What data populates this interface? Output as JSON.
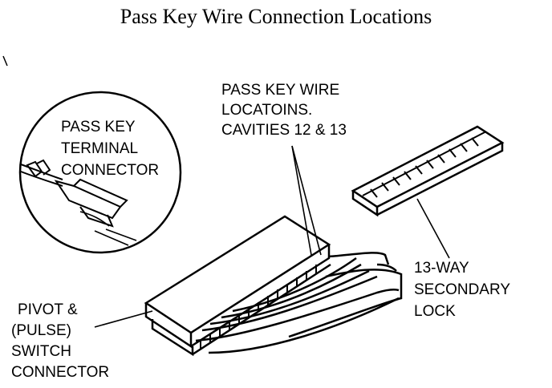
{
  "title": "Pass Key Wire Connection Locations",
  "labels": {
    "pass_key_terminal": [
      "PASS KEY",
      "TERMINAL",
      "CONNECTOR"
    ],
    "wire_locations": [
      "PASS KEY WIRE",
      "LOCATOINS.",
      "CAVITIES 12 & 13"
    ],
    "secondary_lock": [
      "13-WAY",
      "SECONDARY",
      "LOCK"
    ],
    "pivot_switch": [
      "PIVOT &",
      "(PULSE)",
      "SWITCH",
      "CONNECTOR"
    ]
  }
}
